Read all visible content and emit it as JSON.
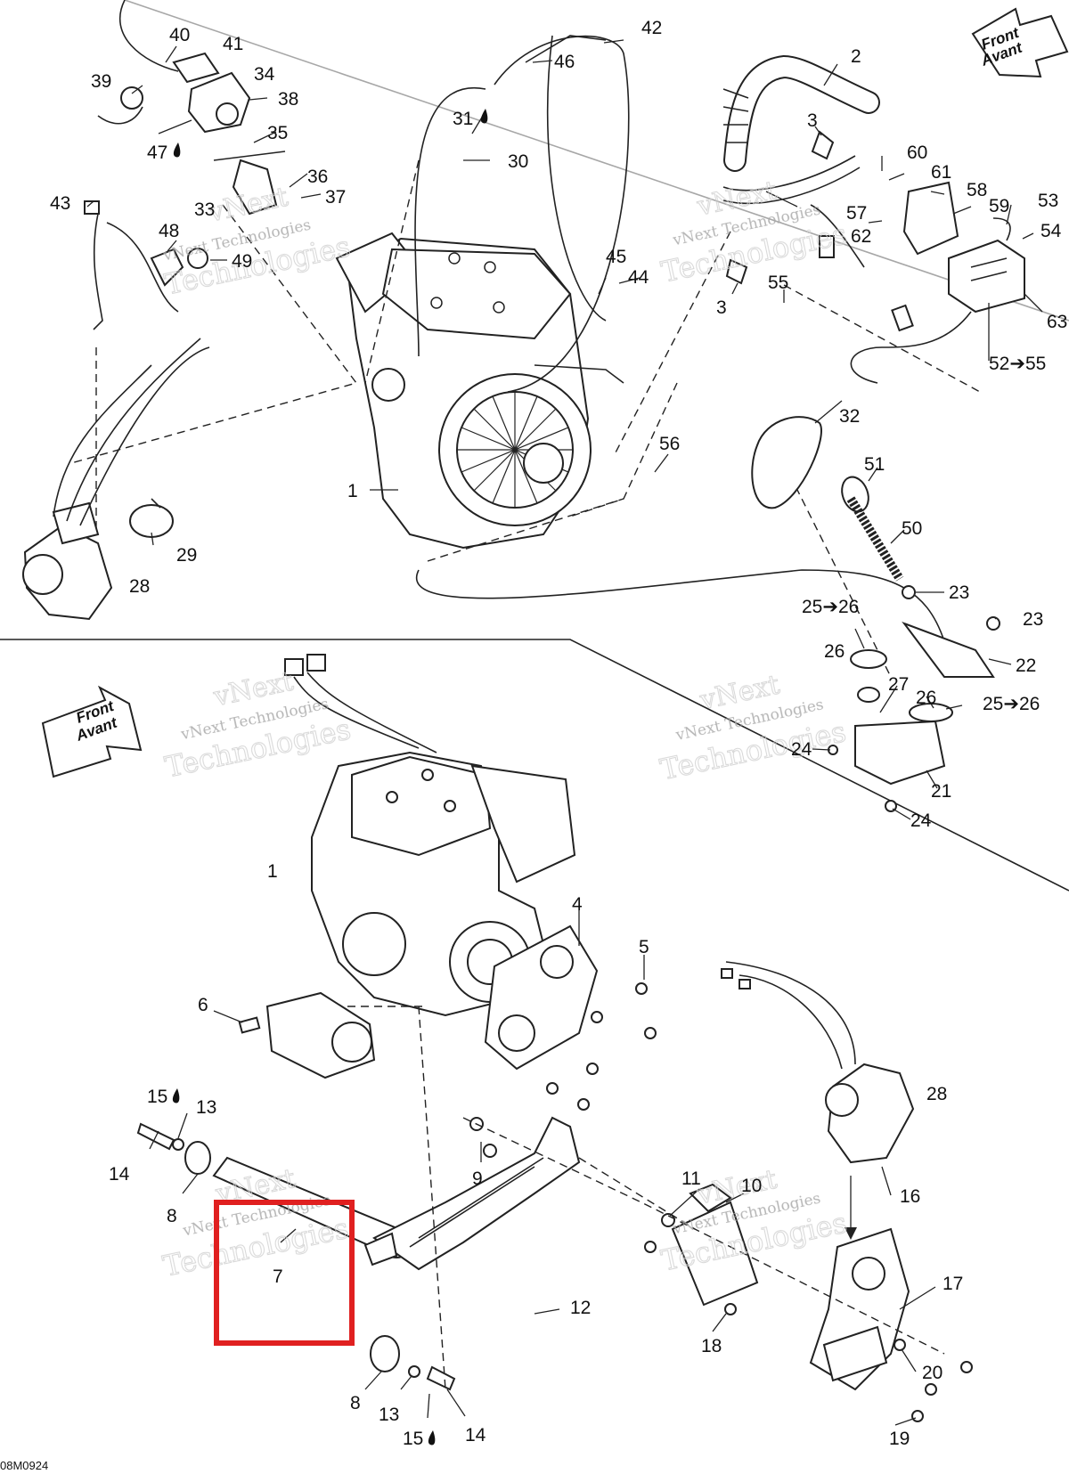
{
  "diagram": {
    "front_label_top": [
      "Front",
      "Avant"
    ],
    "front_label_bottom": [
      "Front",
      "Avant"
    ],
    "watermark_lines": [
      "vNext",
      "vNext Technologies",
      "Technologies"
    ],
    "highlight_color": "#e02020",
    "drawing_code": "08M0924",
    "callouts": {
      "c1": "1",
      "c2": "2",
      "c3": "3",
      "c4": "4",
      "c5": "5",
      "c6": "6",
      "c7": "7",
      "c8": "8",
      "c9": "9",
      "c10": "10",
      "c11": "11",
      "c12": "12",
      "c13": "13",
      "c14": "14",
      "c15": "15",
      "c16": "16",
      "c17": "17",
      "c18": "18",
      "c19": "19",
      "c20": "20",
      "c21": "21",
      "c22": "22",
      "c23": "23",
      "c24": "24",
      "c25_26": "25➔26",
      "c26": "26",
      "c27": "27",
      "c28": "28",
      "c29": "29",
      "c30": "30",
      "c31": "31",
      "c32": "32",
      "c33": "33",
      "c34": "34",
      "c35": "35",
      "c36": "36",
      "c37": "37",
      "c38": "38",
      "c39": "39",
      "c40": "40",
      "c41": "41",
      "c42": "42",
      "c43": "43",
      "c44": "44",
      "c45": "45",
      "c46": "46",
      "c47": "47",
      "c48": "48",
      "c49": "49",
      "c50": "50",
      "c51": "51",
      "c52_55": "52➔55",
      "c53": "53",
      "c54": "54",
      "c55": "55",
      "c56": "56",
      "c57": "57",
      "c58": "58",
      "c59": "59",
      "c60": "60",
      "c61": "61",
      "c62": "62",
      "c63": "63"
    }
  }
}
